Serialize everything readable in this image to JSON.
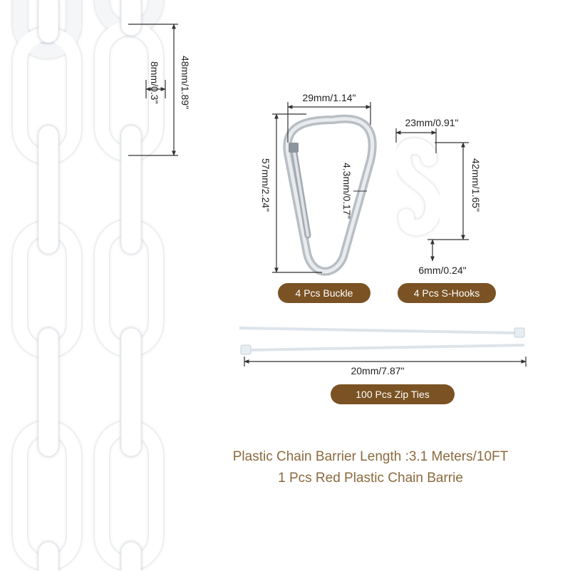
{
  "chain": {
    "link_width": "8mm/0.3\"",
    "link_length": "48mm/1.89\""
  },
  "buckle": {
    "width": "29mm/1.14\"",
    "height": "57mm/2.24\"",
    "wire": "4.3mm/0.17\"",
    "label": "4 Pcs Buckle"
  },
  "s_hook": {
    "width": "23mm/0.91\"",
    "height": "42mm/1.65\"",
    "gap": "6mm/0.24\"",
    "label": "4 Pcs S-Hooks"
  },
  "zip_ties": {
    "length": "20mm/7.87\"",
    "label": "100 Pcs Zip Ties"
  },
  "caption": {
    "line1": "Plastic Chain Barrier Length :3.1 Meters/10FT",
    "line2": "1 Pcs Red Plastic Chain Barrie"
  },
  "colors": {
    "label_bg": "#7a5223",
    "caption_text": "#8b6a3e",
    "chain": "#ffffff"
  }
}
